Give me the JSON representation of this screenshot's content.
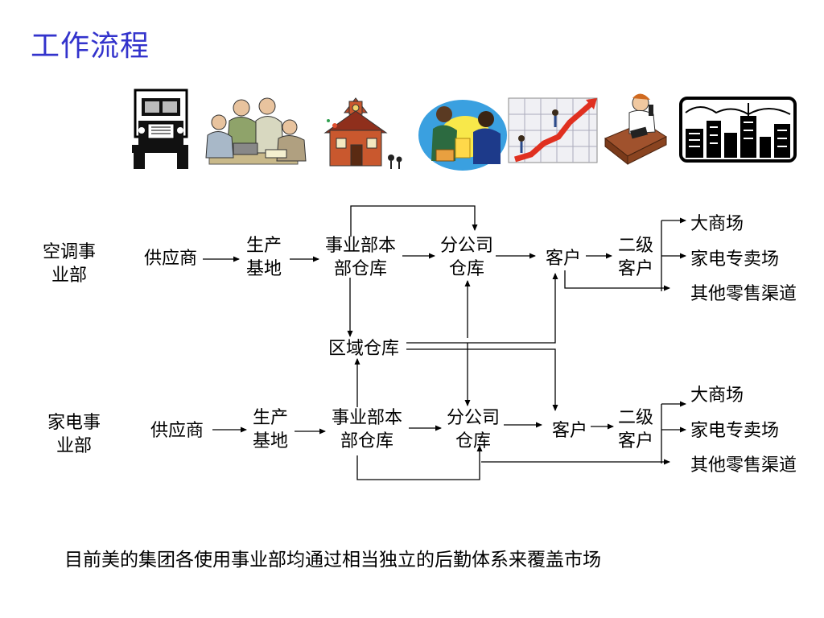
{
  "title": "工作流程",
  "colors": {
    "title": "#3333cc",
    "text": "#000000",
    "lines": "#000000"
  },
  "pictures": [
    {
      "name": "truck-clipart"
    },
    {
      "name": "meeting-clipart"
    },
    {
      "name": "schoolhouse-clipart"
    },
    {
      "name": "handshake-clipart"
    },
    {
      "name": "growth-chart-clipart"
    },
    {
      "name": "telephone-desk-clipart"
    },
    {
      "name": "city-skyline-clipart"
    }
  ],
  "ac": {
    "division": [
      "空调事",
      "业部"
    ],
    "supplier": "供应商",
    "production": [
      "生产",
      "基地"
    ],
    "hq_warehouse": [
      "事业部本",
      "部仓库"
    ],
    "branch_warehouse": [
      "分公司",
      "仓库"
    ],
    "customer": "客户",
    "secondary_customer": [
      "二级",
      "客户"
    ],
    "channels": [
      "大商场",
      "家电专卖场",
      "其他零售渠道"
    ]
  },
  "regional_warehouse": "区域仓库",
  "appliance": {
    "division": [
      "家电事",
      "业部"
    ],
    "supplier": "供应商",
    "production": [
      "生产",
      "基地"
    ],
    "hq_warehouse": [
      "事业部本",
      "部仓库"
    ],
    "branch_warehouse": [
      "分公司",
      "仓库"
    ],
    "customer": "客户",
    "secondary_customer": [
      "二级",
      "客户"
    ],
    "channels": [
      "大商场",
      "家电专卖场",
      "其他零售渠道"
    ]
  },
  "note": "目前美的集团各使用事业部均通过相当独立的后勤体系来覆盖市场"
}
